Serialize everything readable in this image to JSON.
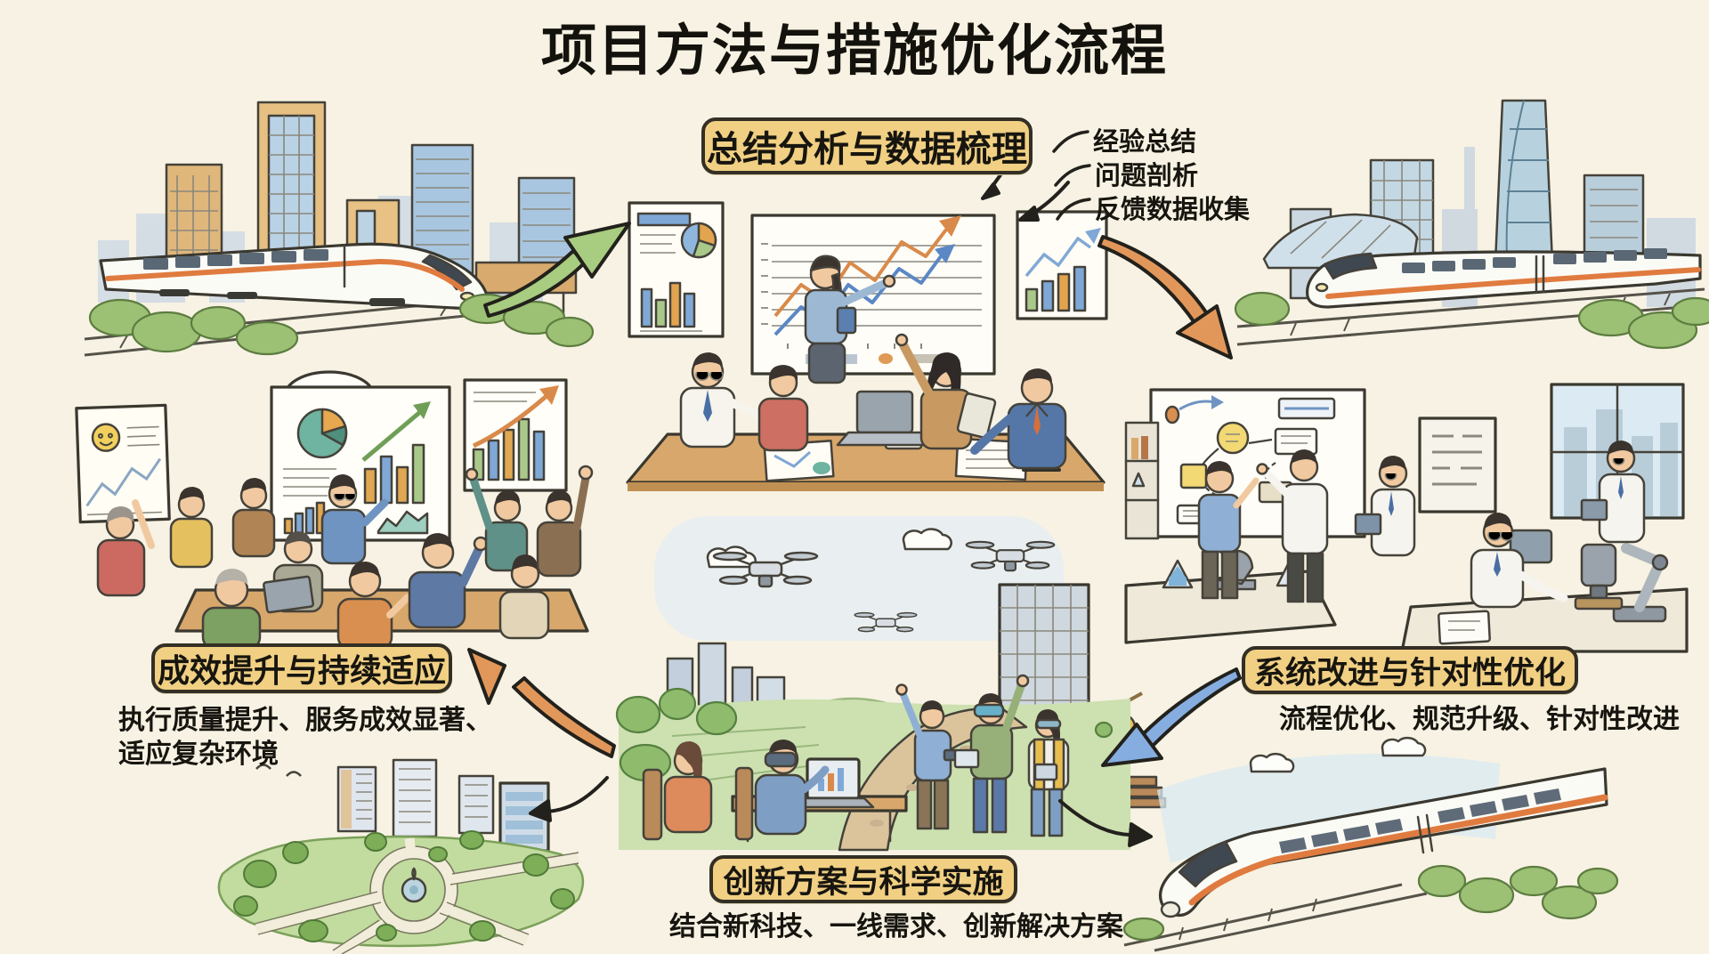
{
  "title": "项目方法与措施优化流程",
  "steps": {
    "summary": {
      "label": "总结分析与数据梳理"
    },
    "improve": {
      "label": "系统改进与针对性优化",
      "subtitle": "流程优化、规范升级、针对性改进"
    },
    "innovate": {
      "label": "创新方案与科学实施",
      "subtitle": "结合新科技、一线需求、创新解决方案"
    },
    "effect": {
      "label": "成效提升与持续适应",
      "subtitle_line1": "执行质量提升、服务成效显著、",
      "subtitle_line2": "适应复杂环境"
    }
  },
  "annotations": [
    "经验总结",
    "问题剖析",
    "反馈数据收集"
  ],
  "scenes": [
    "train-city-top-left",
    "meeting-analysis-center",
    "train-city-top-right",
    "celebration-results-left",
    "lab-optimization-right",
    "field-innovation-bottom",
    "city-park-bottom-left",
    "train-bottom-right"
  ],
  "colors": {
    "paper": "#f7f2e3",
    "label_bg": "#f1d084",
    "label_border": "#332f25",
    "arrow_green": "#a8cc80",
    "arrow_orange": "#e2975a",
    "arrow_blue": "#86ade0",
    "train_stripe": "#e07b3f"
  }
}
